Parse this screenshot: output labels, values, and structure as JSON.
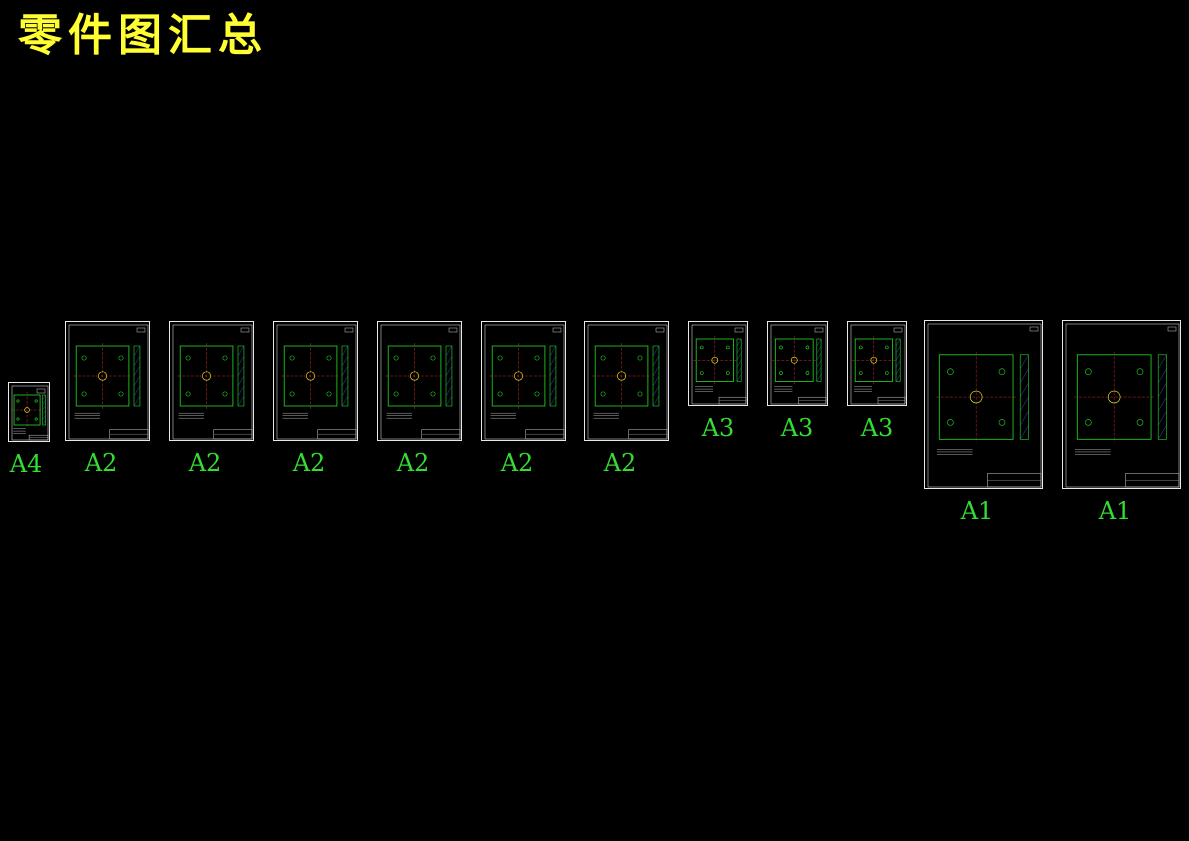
{
  "title": "零件图汇总",
  "colors": {
    "background": "#000000",
    "title": "#ffff33",
    "label": "#33dd33",
    "sheet_border": "#e8e8e8",
    "geometry_green": "#22dd22",
    "geometry_yellow": "#ffff33",
    "center_red": "#ff3333",
    "hatch_blue": "#4466ff"
  },
  "sheets": [
    {
      "label": "A4"
    },
    {
      "label": "A2"
    },
    {
      "label": "A2"
    },
    {
      "label": "A2"
    },
    {
      "label": "A2"
    },
    {
      "label": "A2"
    },
    {
      "label": "A2"
    },
    {
      "label": "A3"
    },
    {
      "label": "A3"
    },
    {
      "label": "A3"
    },
    {
      "label": "A1"
    },
    {
      "label": "A1"
    }
  ]
}
